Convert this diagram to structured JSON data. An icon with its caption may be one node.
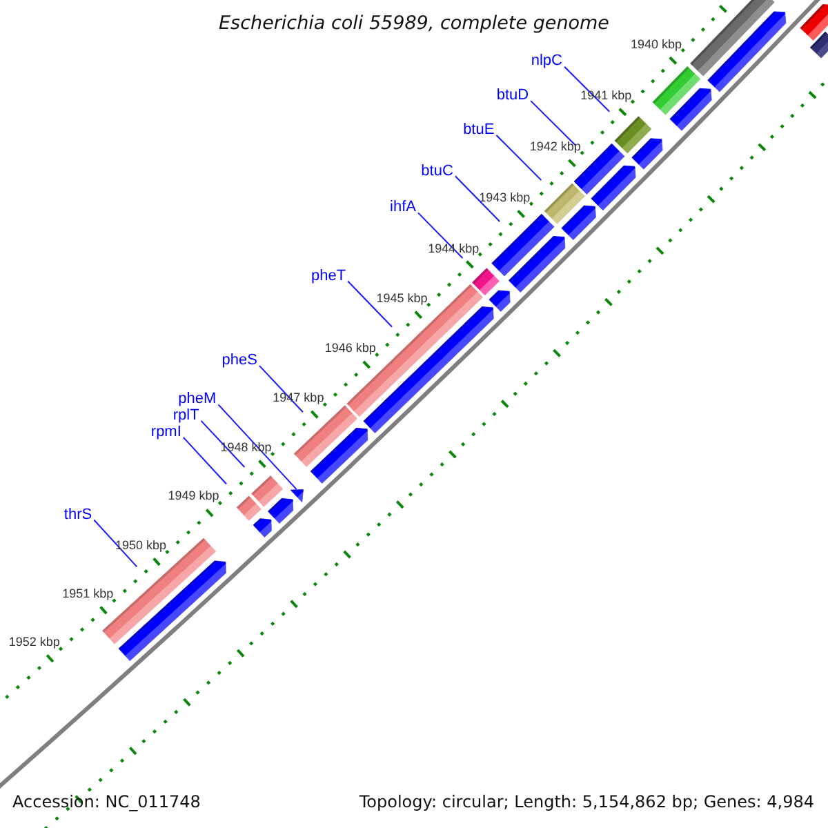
{
  "diagram": {
    "title": "Escherichia coli 55989, complete genome",
    "nodes": [
      {
        "text": [
          "nlpC"
        ]
      },
      {
        "text": [
          "btuD"
        ]
      },
      {
        "text": [
          "btuE"
        ]
      },
      {
        "text": [
          "btuC"
        ]
      },
      {
        "text": [
          "ihfA"
        ]
      },
      {
        "text": [
          "pheT"
        ]
      },
      {
        "text": [
          "pheS"
        ]
      },
      {
        "text": [
          "pheM"
        ]
      },
      {
        "text": [
          "rplT"
        ]
      },
      {
        "text": [
          "rpmI"
        ]
      },
      {
        "text": [
          "thrS"
        ]
      },
      {
        "text": [],
        "shape": "bar"
      },
      {
        "text": [],
        "shape": "bar"
      },
      {
        "text": [],
        "shape": "bar"
      },
      {
        "text": [],
        "shape": "bar"
      },
      {
        "text": [],
        "shape": "bar"
      },
      {
        "text": [],
        "shape": "bar"
      },
      {
        "text": [],
        "shape": "bar"
      },
      {
        "text": [],
        "shape": "triangle"
      },
      {
        "text": [],
        "shape": "bar"
      },
      {
        "text": [],
        "shape": "bar"
      },
      {
        "text": [],
        "shape": "bar"
      }
    ],
    "edges": [
      {
        "from": 0,
        "to": 11,
        "arrow": "none"
      },
      {
        "from": 1,
        "to": 12,
        "arrow": "none"
      },
      {
        "from": 2,
        "to": 13,
        "arrow": "none"
      },
      {
        "from": 3,
        "to": 14,
        "arrow": "none"
      },
      {
        "from": 4,
        "to": 15,
        "arrow": "none"
      },
      {
        "from": 5,
        "to": 16,
        "arrow": "none"
      },
      {
        "from": 6,
        "to": 17,
        "arrow": "none"
      },
      {
        "from": 7,
        "to": 18,
        "arrow": "none"
      },
      {
        "from": 8,
        "to": 19,
        "arrow": "none"
      },
      {
        "from": 9,
        "to": 20,
        "arrow": "none"
      },
      {
        "from": 10,
        "to": 21,
        "arrow": "none"
      }
    ],
    "labels": [
      "1940 kbp",
      "1941 kbp",
      "1942 kbp",
      "1943 kbp",
      "1944 kbp",
      "1945 kbp",
      "1946 kbp",
      "1947 kbp",
      "1948 kbp",
      "1949 kbp",
      "1950 kbp",
      "1951 kbp",
      "1952 kbp",
      "Accession: NC_011748",
      "Topology: circular; Length: 5,154,862 bp; Genes: 4,984"
    ]
  }
}
